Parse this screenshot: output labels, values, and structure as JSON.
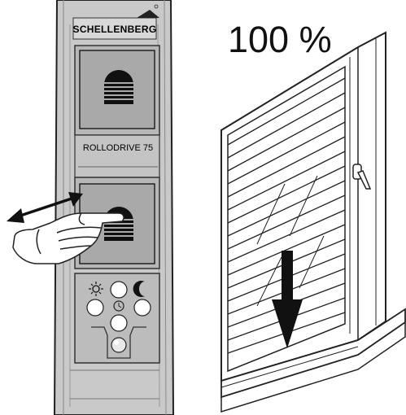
{
  "device": {
    "brand": "SCHELLENBERG",
    "model": "ROLLODRIVE 75",
    "icons": {
      "upper_button": "shutter-dome-icon",
      "lower_button": "shutter-dome-icon",
      "sun": "sun-icon",
      "moon": "moon-icon",
      "clock": "clock-icon"
    }
  },
  "hand": {
    "icon": "pointing-hand-icon",
    "gesture": "double-headed-arrow-icon"
  },
  "shutter": {
    "position_label": "100 %",
    "direction": "down-arrow-icon"
  }
}
